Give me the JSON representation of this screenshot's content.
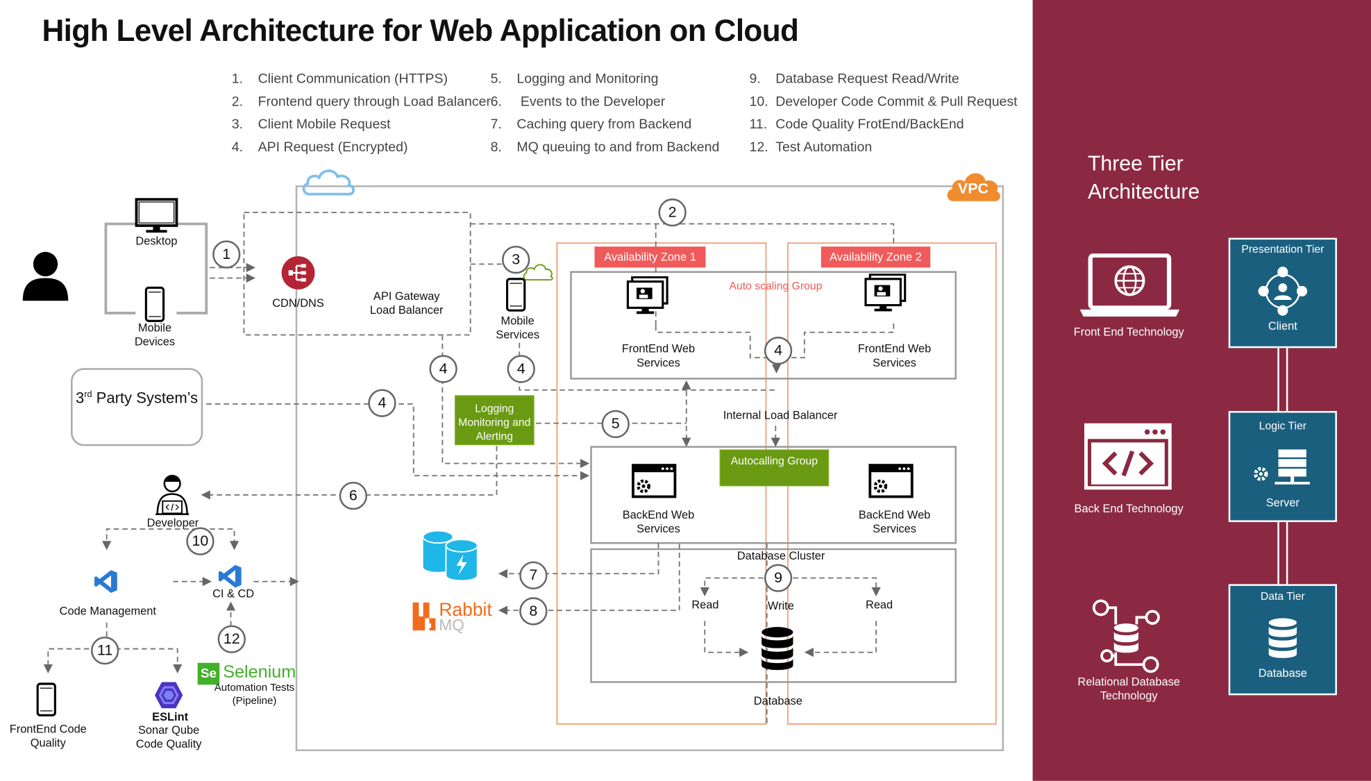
{
  "title": "High Level Architecture for Web Application on Cloud",
  "legend": [
    {
      "n": "1.",
      "text": "Client Communication (HTTPS)"
    },
    {
      "n": "2.",
      "text": "Frontend query through Load Balancer"
    },
    {
      "n": "3.",
      "text": "Client Mobile Request"
    },
    {
      "n": "4.",
      "text": "API Request (Encrypted)"
    },
    {
      "n": "5.",
      "text": "Logging and Monitoring"
    },
    {
      "n": "6.",
      "text": " Events to the Developer"
    },
    {
      "n": "7.",
      "text": "Caching query from Backend"
    },
    {
      "n": "8.",
      "text": "MQ queuing to and from Backend"
    },
    {
      "n": "9.",
      "text": "Database Request Read/Write"
    },
    {
      "n": "10.",
      "text": "Developer Code Commit & Pull Request"
    },
    {
      "n": "11.",
      "text": "Code Quality FrotEnd/BackEnd"
    },
    {
      "n": "12.",
      "text": "Test Automation"
    }
  ],
  "vpc_label": "VPC",
  "clients": {
    "desktop": "Desktop",
    "mobile": "Mobile Devices"
  },
  "cdn_label": "CDN/DNS",
  "api_gateway": "API Gateway Load Balancer",
  "mobile_services": "Mobile Services",
  "third_party": {
    "base": "3",
    "sup": "rd",
    "rest": " Party System’s"
  },
  "logging": "Logging Monitoring and Alerting",
  "zones": {
    "az1": "Availability Zone 1",
    "az2": "Availability Zone 2"
  },
  "auto_scaling": "Auto scaling Group",
  "frontend_services": "FrontEnd Web Services",
  "internal_lb": "Internal Load Balancer",
  "autocalling": "Autocalling Group",
  "backend_services": "BackEnd Web Services",
  "db_cluster": "Database Cluster",
  "read": "Read",
  "write": "Write",
  "database": "Database",
  "developer": "Developer",
  "code_management": "Code Management",
  "cicd": "CI & CD",
  "rabbit": {
    "word": "Rabbit",
    "mq": "MQ"
  },
  "selenium": {
    "logo": "Se",
    "word": "Selenium",
    "caption": "Automation Tests (Pipeline)"
  },
  "eslint": {
    "word": "ESLint",
    "caption": "Sonar Qube Code Quality"
  },
  "frontend_quality": "FrontEnd Code Quality",
  "flow_numbers": {
    "n1": "1",
    "n2": "2",
    "n3": "3",
    "n4a": "4",
    "n4b": "4",
    "n4c": "4",
    "n4d": "4",
    "n5": "5",
    "n6": "6",
    "n7": "7",
    "n8": "8",
    "n9": "9",
    "n10": "10",
    "n11": "11",
    "n12": "12"
  },
  "three_tier": {
    "title": "Three Tier Architecture",
    "front_end": "Front End Technology",
    "back_end": "Back End Technology",
    "relational": "Relational Database Technology",
    "presentation": {
      "title": "Presentation Tier",
      "item": "Client"
    },
    "logic": {
      "title": "Logic Tier",
      "item": "Server"
    },
    "data": {
      "title": "Data Tier",
      "item": "Database"
    }
  },
  "colors": {
    "panel": "#8b2942",
    "tier_box": "#1b5f7f",
    "zone_red": "#f05a5a",
    "green": "#6a9a12",
    "orange": "#f08c2e",
    "cdn_red": "#b32534",
    "vscode_blue": "#2a7ad3",
    "eslint_purple": "#4b32c3",
    "selenium_green": "#43b02a"
  }
}
